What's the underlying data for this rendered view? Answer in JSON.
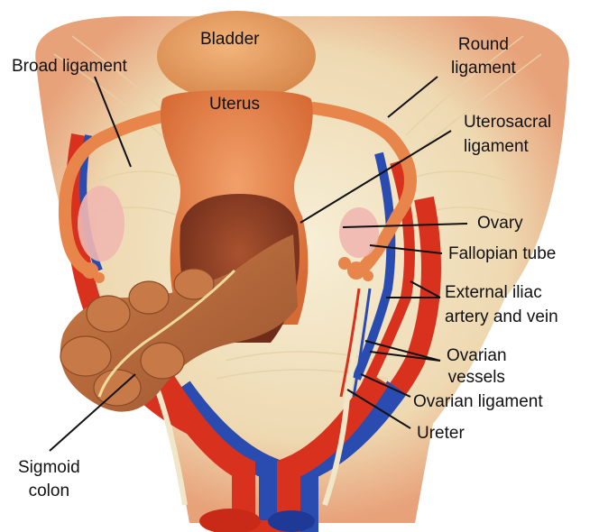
{
  "labels": {
    "bladder": "Bladder",
    "uterus": "Uterus",
    "broad_ligament": "Broad ligament",
    "round_ligament_1": "Round",
    "round_ligament_2": "ligament",
    "uterosacral_1": "Uterosacral",
    "uterosacral_2": "ligament",
    "ovary": "Ovary",
    "fallopian_tube": "Fallopian tube",
    "ext_iliac_1": "External iliac",
    "ext_iliac_2": "artery and vein",
    "ovarian_vessels_1": "Ovarian",
    "ovarian_vessels_2": "vessels",
    "ovarian_ligament": "Ovarian ligament",
    "ureter": "Ureter",
    "sigmoid_1": "Sigmoid",
    "sigmoid_2": "colon"
  },
  "colors": {
    "tissue_light": "#f3e8c8",
    "tissue_shadow": "#e2c89a",
    "uterus": "#e8854a",
    "uterus_dark": "#c85a2a",
    "cavity": "#8a3a22",
    "artery": "#d8321e",
    "vein": "#2a4bb0",
    "colon": "#b8693a",
    "ovary": "#f0b7b0",
    "leader": "#111111"
  }
}
